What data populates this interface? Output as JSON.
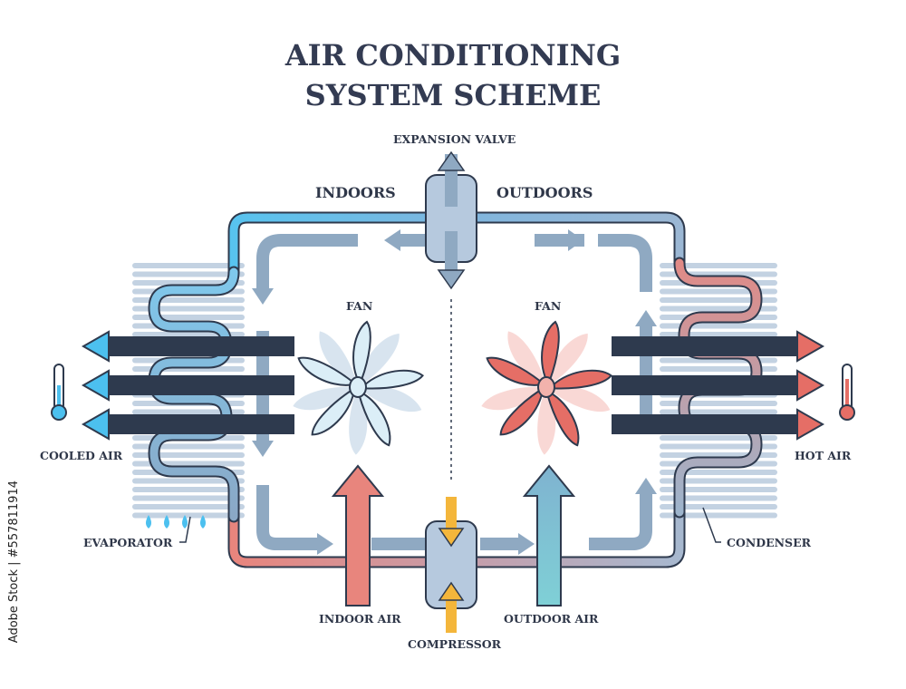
{
  "title": {
    "line1": "AIR CONDITIONING",
    "line2": "SYSTEM SCHEME"
  },
  "labels": {
    "expansion_valve": "EXPANSION VALVE",
    "indoors": "INDOORS",
    "outdoors": "OUTDOORS",
    "fan_left": "FAN",
    "fan_right": "FAN",
    "cooled_air": "COOLED AIR",
    "hot_air": "HOT AIR",
    "evaporator": "EVAPORATOR",
    "condenser": "CONDENSER",
    "indoor_air": "INDOOR AIR",
    "outdoor_air": "OUTDOOR AIR",
    "compressor": "COMPRESSOR"
  },
  "stock_id": "Adobe Stock | #557811914",
  "colors": {
    "title": "#333b52",
    "cold_pipe": "#58c3ef",
    "hot_pipe": "#e8857d",
    "flow_arrow": "#8fa9c2",
    "coil": "#c3d2e2",
    "cold_air": "#58c3ef",
    "hot_air": "#e56e66",
    "indoor_air": "#e8857d",
    "outdoor_air": "#7fcad2",
    "compressor_arrows": "#f4b63b",
    "valve": "#b6c9de"
  },
  "icons": [
    "thermometer-cold-icon",
    "thermometer-hot-icon",
    "water-drop-icon",
    "fan-cold-icon",
    "fan-hot-icon"
  ]
}
